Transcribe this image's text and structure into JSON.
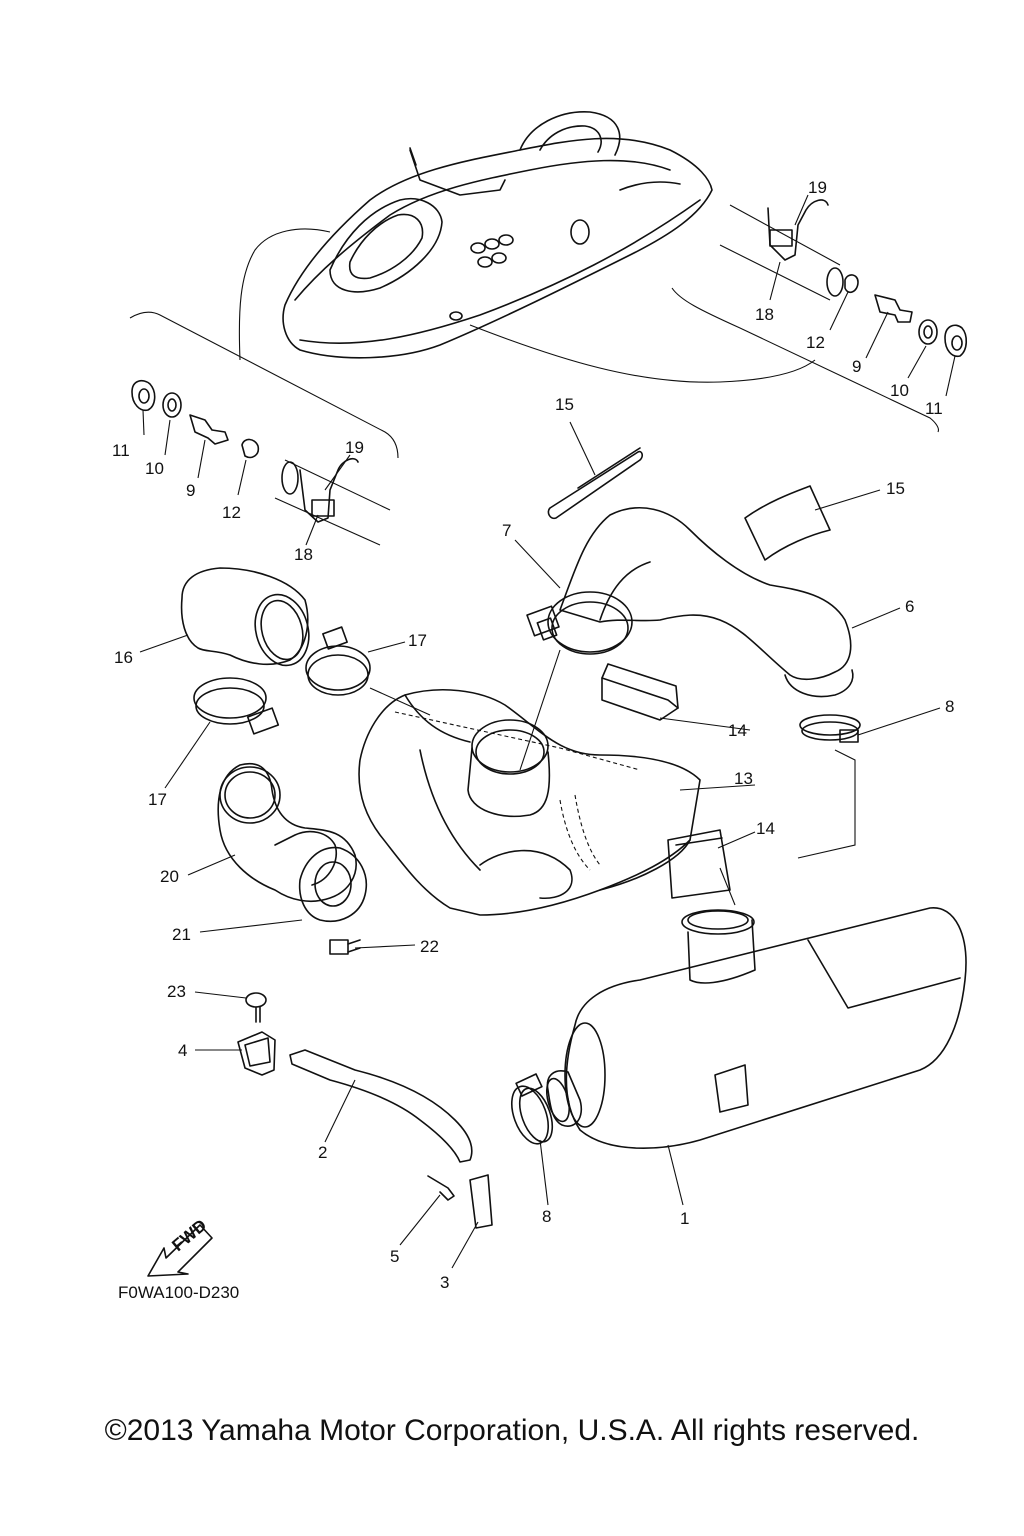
{
  "diagram_code": "F0WA100-D230",
  "fwd_label": "FWD",
  "copyright": "©2013 Yamaha Motor Corporation, U.S.A. All rights reserved.",
  "callouts": {
    "c1": "1",
    "c2": "2",
    "c3": "3",
    "c4": "4",
    "c5": "5",
    "c6": "6",
    "c7": "7",
    "c8a": "8",
    "c8b": "8",
    "c9a": "9",
    "c9b": "9",
    "c10a": "10",
    "c10b": "10",
    "c11a": "11",
    "c11b": "11",
    "c12a": "12",
    "c12b": "12",
    "c13": "13",
    "c14a": "14",
    "c14b": "14",
    "c15a": "15",
    "c15b": "15",
    "c16": "16",
    "c17a": "17",
    "c17b": "17",
    "c18a": "18",
    "c18b": "18",
    "c19a": "19",
    "c19b": "19",
    "c20": "20",
    "c21": "21",
    "c22": "22",
    "c23": "23"
  }
}
